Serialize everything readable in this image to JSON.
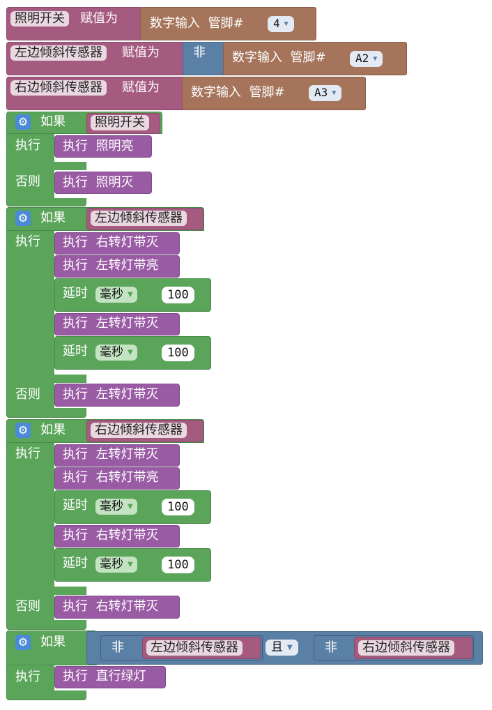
{
  "assign_label": "赋值为",
  "if_label": "如果",
  "do_label": "执行",
  "else_label": "否则",
  "not_label": "非",
  "and_label": "且",
  "digital_read": "数字输入",
  "pin_label": "管脚#",
  "exec_label": "执行",
  "delay_label": "延时",
  "ms_label": "毫秒",
  "delay_value": "100",
  "vars": {
    "light_switch": "照明开关",
    "left_tilt": "左边倾斜传感器",
    "right_tilt": "右边倾斜传感器"
  },
  "pins": {
    "p1": "4",
    "p2": "A2",
    "p3": "A3"
  },
  "procs": {
    "light_on": "照明亮",
    "light_off": "照明灭",
    "right_off": "右转灯带灭",
    "left_on": "左转灯带亮",
    "left_off": "左转灯带灭",
    "right_on": "右转灯带亮",
    "straight_green": "直行绿灯"
  },
  "icons": {
    "gear": "gear-icon",
    "dropdown": "dropdown-arrow-icon"
  },
  "colors": {
    "variable": "#a55b80",
    "io": "#a5745b",
    "logic": "#5b80a5",
    "control": "#5ba55b",
    "procedure": "#9a5ba5"
  }
}
